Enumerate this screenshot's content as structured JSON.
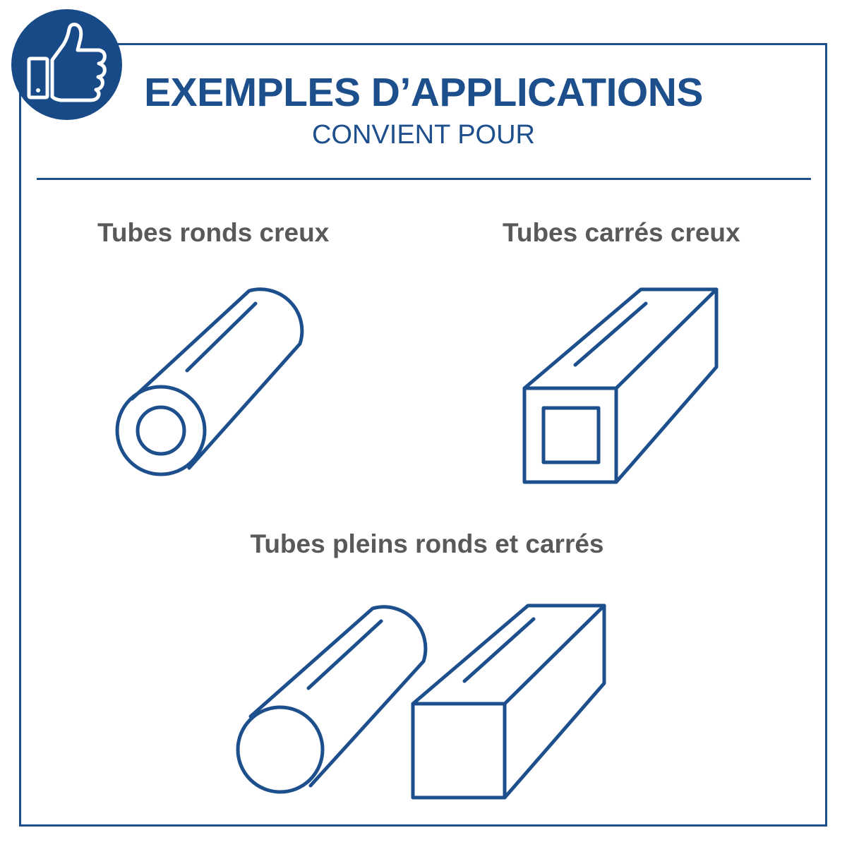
{
  "header": {
    "title": "EXEMPLES D’APPLICATIONS",
    "subtitle": "CONVIENT POUR"
  },
  "badge": {
    "icon": "thumbs-up-icon"
  },
  "items": [
    {
      "label": "Tubes ronds creux",
      "icon": "hollow-round-tube-icon"
    },
    {
      "label": "Tubes carrés creux",
      "icon": "hollow-square-tube-icon"
    },
    {
      "label": "Tubes pleins ronds et carrés",
      "icon": "solid-round-and-square-bars-icon"
    }
  ],
  "colors": {
    "accent": "#1d4f8c",
    "badge": "#184a88",
    "label": "#58595b",
    "background": "#ffffff"
  }
}
